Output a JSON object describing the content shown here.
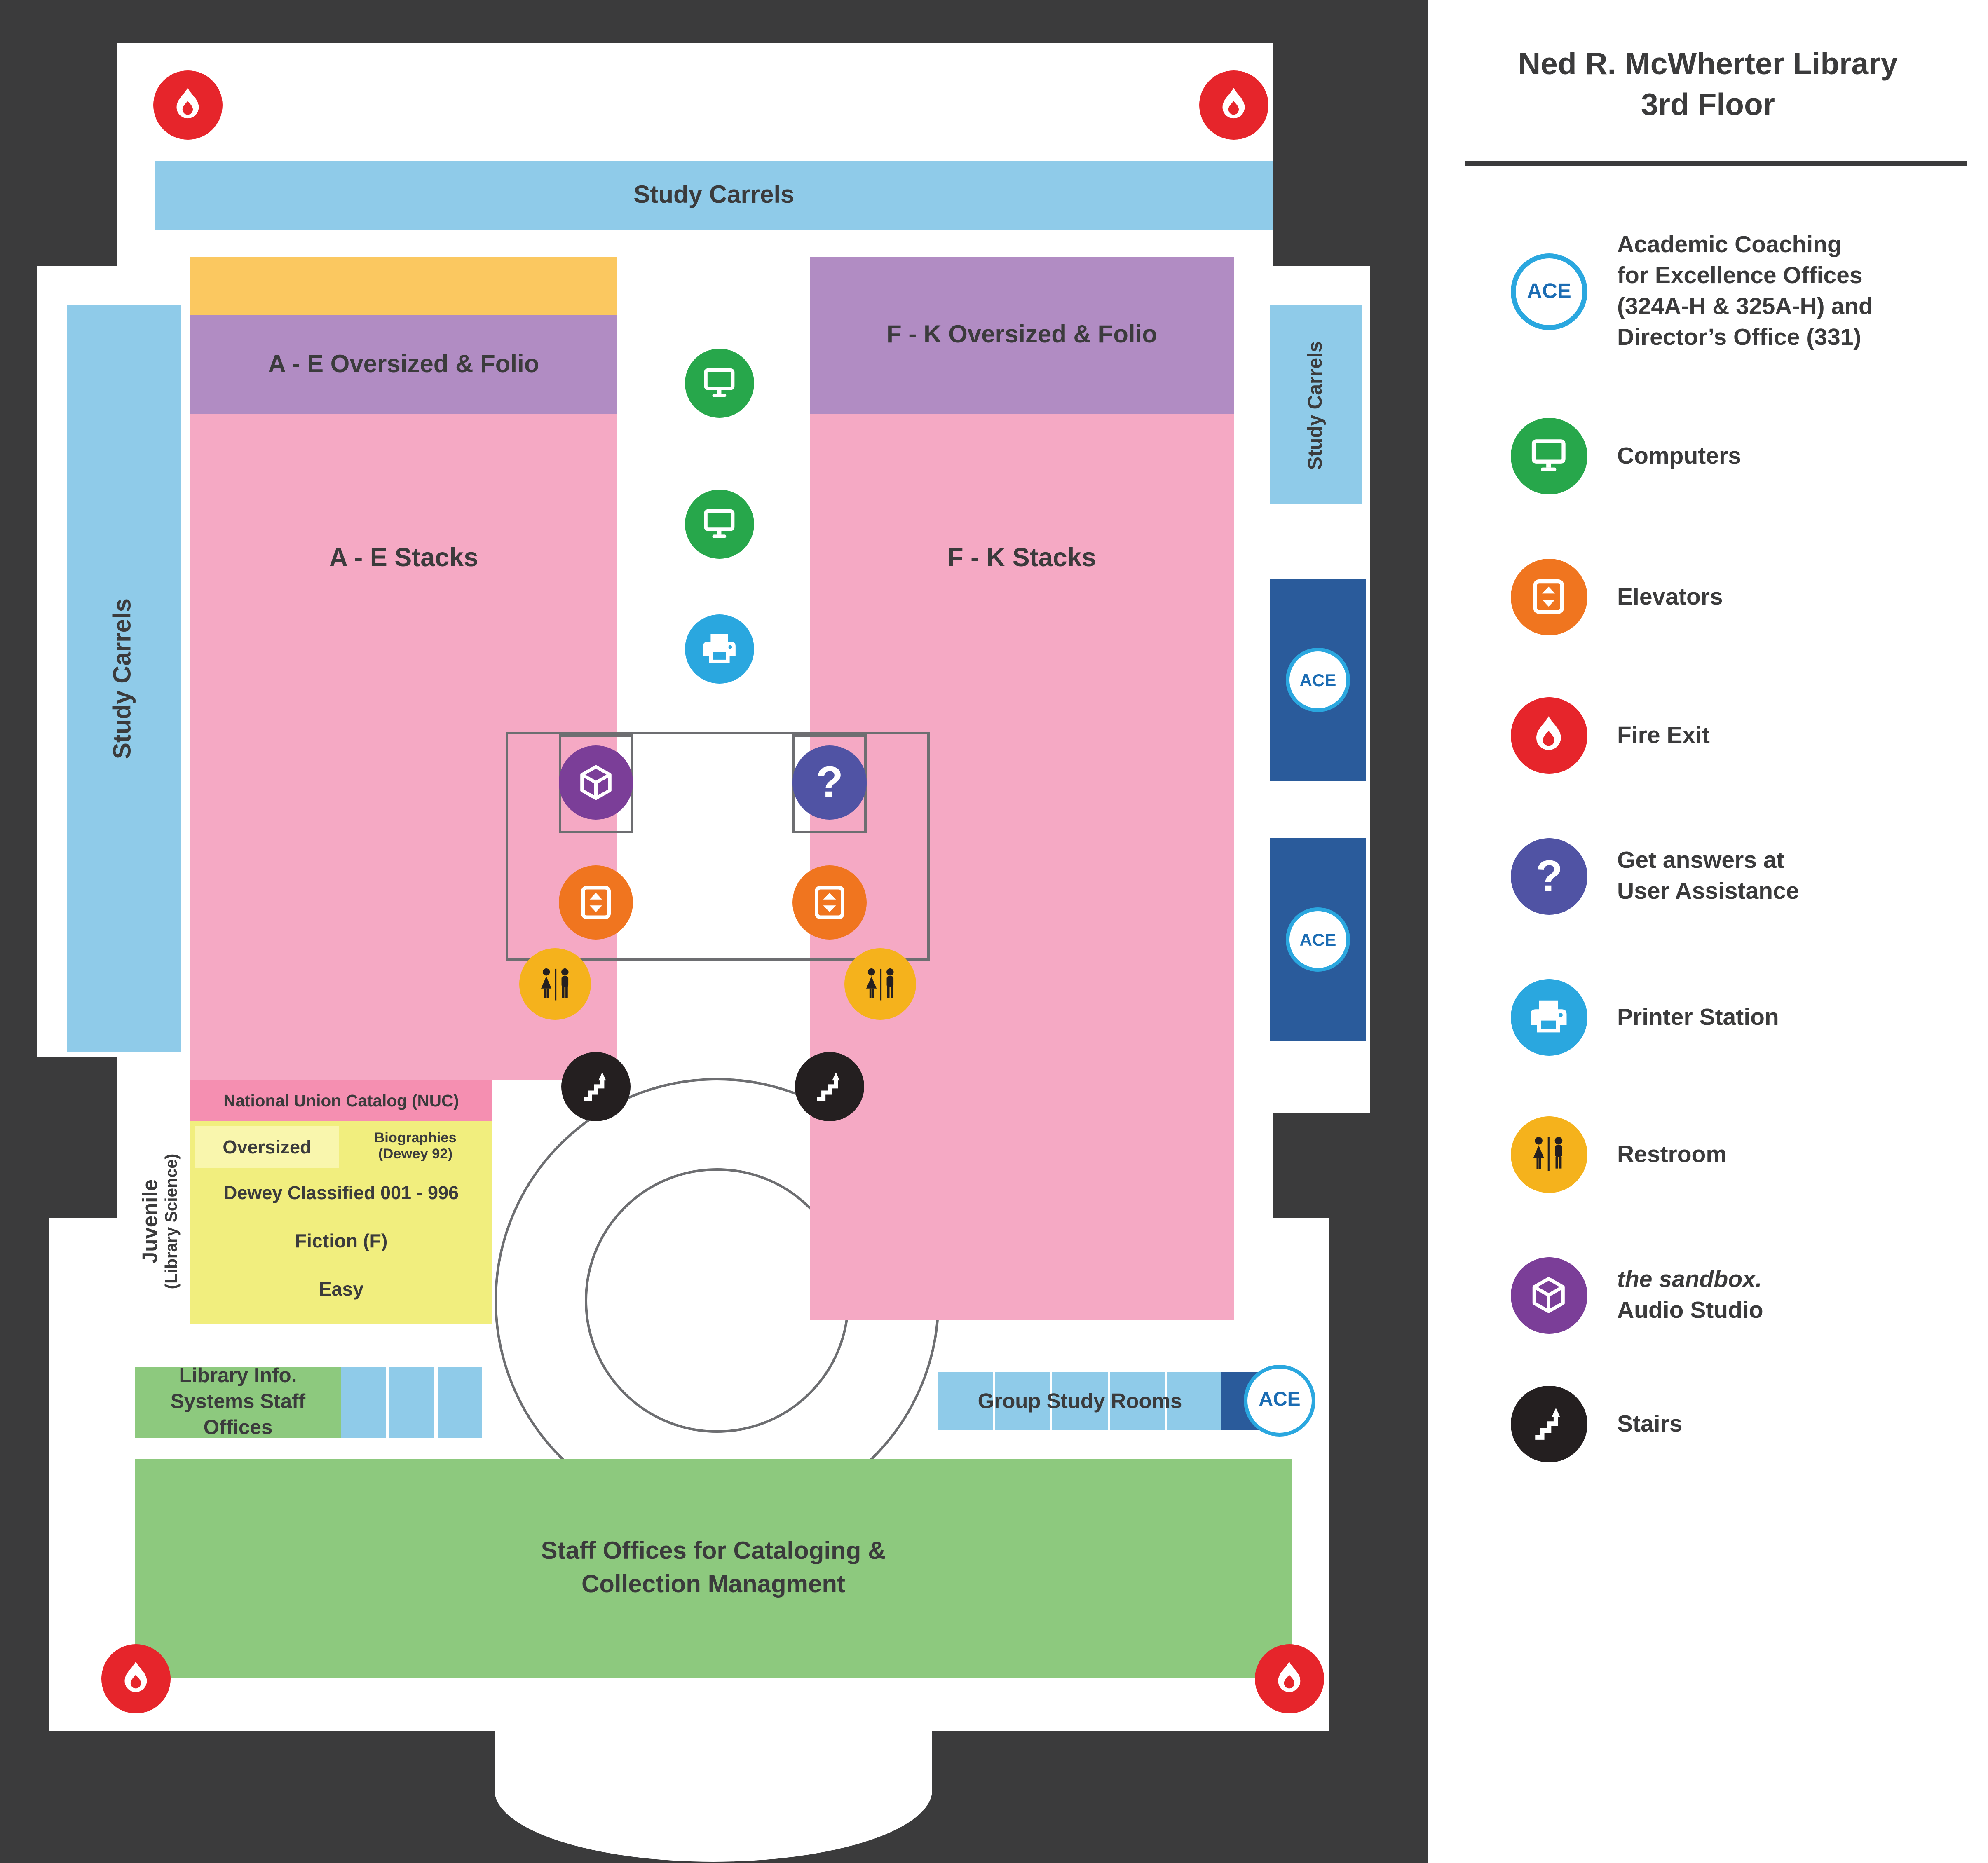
{
  "title": {
    "line1": "Ned R. McWherter Library",
    "line2": "3rd Floor"
  },
  "legend": [
    {
      "name": "ace",
      "lines": [
        "Academic Coaching",
        "for Excellence Offices",
        "(324A-H & 325A-H) and",
        "Director’s Office (331)"
      ]
    },
    {
      "name": "computers",
      "lines": [
        "Computers"
      ]
    },
    {
      "name": "elevators",
      "lines": [
        "Elevators"
      ]
    },
    {
      "name": "fire-exit",
      "lines": [
        "Fire Exit"
      ]
    },
    {
      "name": "user-assistance",
      "lines": [
        "Get answers at",
        "User Assistance"
      ]
    },
    {
      "name": "printer-station",
      "lines": [
        "Printer Station"
      ]
    },
    {
      "name": "restroom",
      "lines": [
        "Restroom"
      ]
    },
    {
      "name": "sandbox-audio-studio",
      "lines": [
        "the sandbox.",
        "Audio Studio"
      ]
    },
    {
      "name": "stairs",
      "lines": [
        "Stairs"
      ]
    }
  ],
  "map": {
    "study_carrels_top": "Study Carrels",
    "study_carrels_left": "Study Carrels",
    "study_carrels_right": "Study Carrels",
    "ae_oversized": "A - E Oversized & Folio",
    "fk_oversized": "F - K Oversized & Folio",
    "ae_stacks": "A - E Stacks",
    "fk_stacks": "F - K Stacks",
    "nuc": "National Union Catalog (NUC)",
    "oversized": "Oversized",
    "biographies_line1": "Biographies",
    "biographies_line2": "(Dewey 92)",
    "dewey": "Dewey Classified 001 - 996",
    "fiction": "Fiction (F)",
    "easy": "Easy",
    "juvenile_line1": "Juvenile",
    "juvenile_line2": "(Library Science)",
    "library_info_line1": "Library Info.",
    "library_info_line2": "Systems Staff Offices",
    "group_study_rooms": "Group Study Rooms",
    "staff_offices_line1": "Staff Offices for Cataloging &",
    "staff_offices_line2": "Collection Managment",
    "ace_label": "ACE",
    "question_mark": "?"
  },
  "colors": {
    "dark_bg": "#3b3b3c",
    "light_blue": "#8fcbe9",
    "pink": "#f5a9c4",
    "pink_dark": "#f58fb1",
    "purple_zone": "#b18cc3",
    "orange_zone": "#fbc860",
    "yellow_zone": "#f1ee7e",
    "yellow_light": "#f9f6ad",
    "green_zone": "#8dc97e",
    "dark_blue": "#2a5b9b",
    "fire": "#e6252b",
    "computer": "#27a74b",
    "elevator": "#f0751f",
    "question": "#5053a4",
    "printer": "#2aa7df",
    "restroom": "#f5b21c",
    "sandbox": "#7b3e98",
    "stairs": "#241f20",
    "ace_ring": "#2aa7df",
    "ace_text": "#1b6cb3",
    "text_dark": "#3b3b3c",
    "outline_gray": "#6d6e71"
  }
}
